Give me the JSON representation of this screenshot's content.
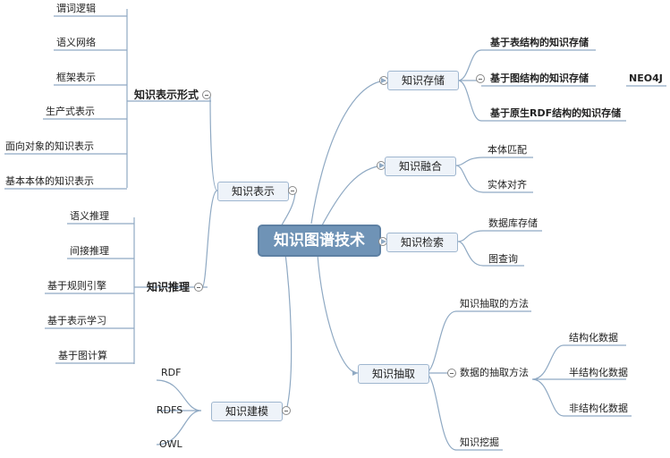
{
  "root": "知识图谱技术",
  "left": {
    "representation": {
      "label": "知识表示",
      "forms": {
        "label": "知识表示形式",
        "items": [
          "谓词逻辑",
          "语义网络",
          "框架表示",
          "生产式表示",
          "面向对象的知识表示",
          "基本本体的知识表示"
        ]
      },
      "reasoning": {
        "label": "知识推理",
        "items": [
          "语义推理",
          "间接推理",
          "基于规则引擎",
          "基于表示学习",
          "基于图计算"
        ]
      }
    },
    "modeling": {
      "label": "知识建模",
      "items": [
        "RDF",
        "RDFS",
        "OWL"
      ]
    }
  },
  "right": {
    "storage": {
      "label": "知识存储",
      "items": [
        "基于表结构的知识存储",
        "基于图结构的知识存储",
        "基于原生RDF结构的知识存储"
      ],
      "neo4j": "NEO4J"
    },
    "fusion": {
      "label": "知识融合",
      "items": [
        "本体匹配",
        "实体对齐"
      ]
    },
    "retrieval": {
      "label": "知识检索",
      "items": [
        "数据库存储",
        "图查询"
      ]
    },
    "extraction": {
      "label": "知识抽取",
      "methods": "知识抽取的方法",
      "data_methods": {
        "label": "数据的抽取方法",
        "items": [
          "结构化数据",
          "半结构化数据",
          "非结构化数据"
        ]
      },
      "mining": "知识挖掘"
    }
  }
}
